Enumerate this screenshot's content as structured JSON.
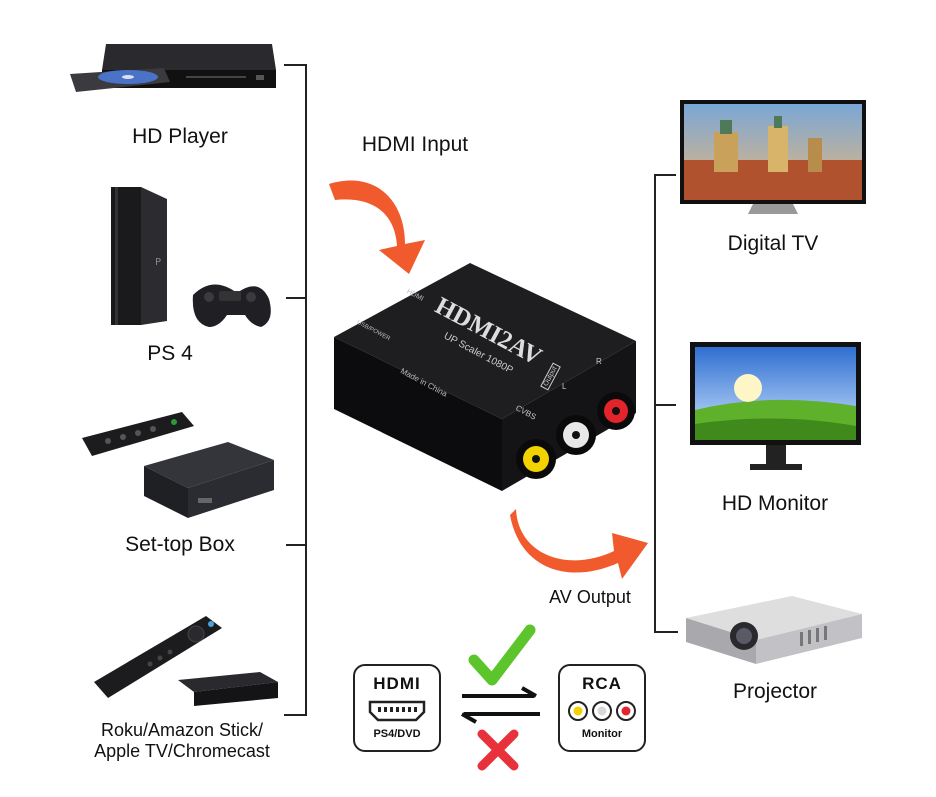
{
  "sources": [
    {
      "label": "HD Player"
    },
    {
      "label": "PS 4"
    },
    {
      "label": "Set-top Box"
    },
    {
      "label_line1": "Roku/Amazon Stick/",
      "label_line2": "Apple TV/Chromecast"
    }
  ],
  "outputs": [
    {
      "label": "Digital TV"
    },
    {
      "label": "HD Monitor"
    },
    {
      "label": "Projector"
    }
  ],
  "input_label": "HDMI Input",
  "output_label": "AV Output",
  "converter": {
    "brand": "HDMI2AV",
    "subtitle": "UP Scaler 1080P",
    "made_in": "Made in China",
    "port_hdmi": "HDMI",
    "port_power": "USB/POWER",
    "output_tag": "Output",
    "jack_cvbs": "CVBS",
    "jack_l": "L",
    "jack_r": "R"
  },
  "legend": {
    "hdmi_title": "HDMI",
    "hdmi_sub": "PS4/DVD",
    "rca_title": "RCA",
    "rca_sub": "Monitor"
  },
  "colors": {
    "arrow": "#f05a2c",
    "check": "#5cc52c",
    "cross": "#e8313a",
    "jack_yellow": "#f2d200",
    "jack_white": "#e8e8e8",
    "jack_red": "#e3242b"
  }
}
